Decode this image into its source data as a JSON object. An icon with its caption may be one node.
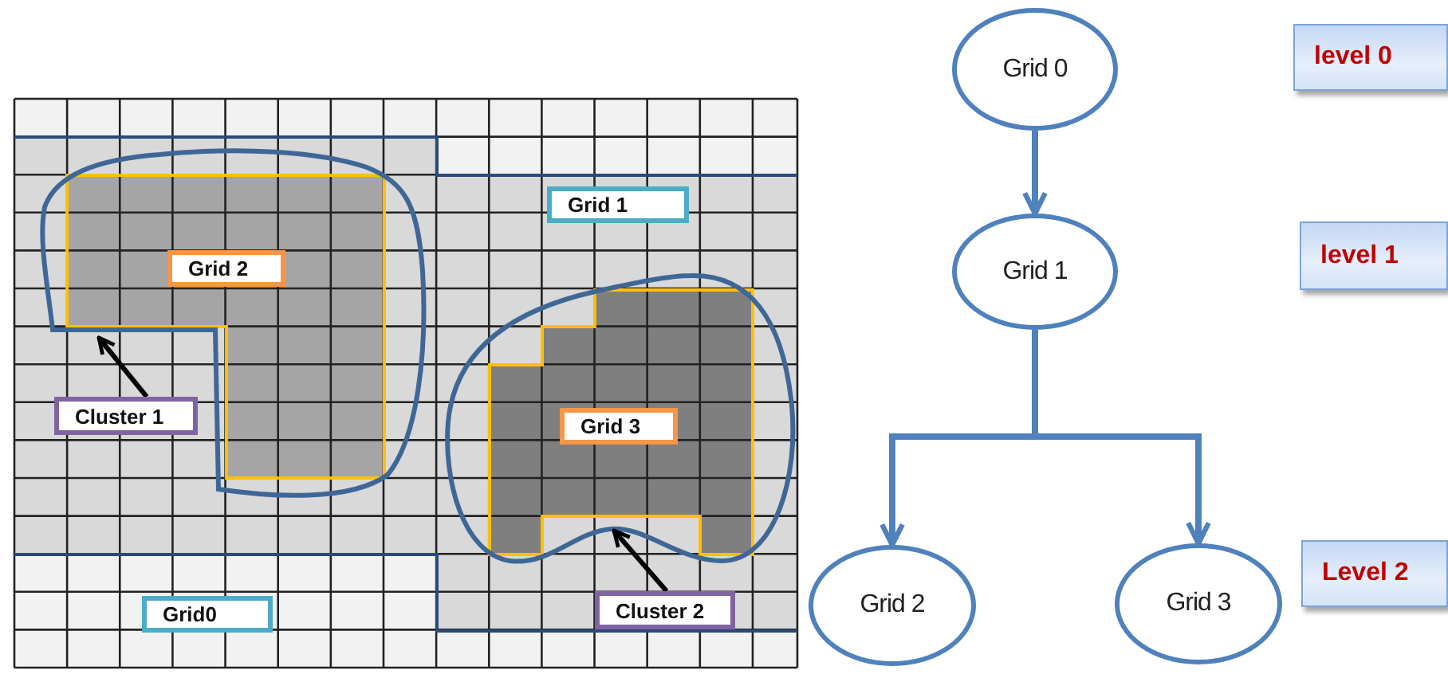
{
  "diagram": {
    "nodes": [
      {
        "text": [],
        "shape": "cloud"
      },
      {
        "text": [
          "Grid 2"
        ],
        "in": 0
      },
      {
        "text": [
          "Grid 1"
        ]
      },
      {
        "text": [],
        "shape": "cloud"
      },
      {
        "text": [
          "Grid 3"
        ],
        "in": 3
      },
      {
        "text": [
          "Cluster 1"
        ]
      },
      {
        "text": [
          "Grid0"
        ]
      },
      {
        "text": [
          "Cluster 2"
        ]
      },
      {
        "text": [
          "Grid 0"
        ]
      },
      {
        "text": [
          "level 0"
        ]
      },
      {
        "text": [
          "Grid 1"
        ]
      },
      {
        "text": [
          "level 1"
        ]
      },
      {
        "text": [
          "Grid 2"
        ]
      },
      {
        "text": [
          "Grid 3"
        ]
      },
      {
        "text": [
          "Level 2"
        ]
      }
    ],
    "edges": [
      {
        "from": 5,
        "to": 0,
        "arrow": "to",
        "color": "#000000"
      },
      {
        "from": 7,
        "to": 3,
        "arrow": "to",
        "color": "#000000"
      },
      {
        "from": 8,
        "to": 10,
        "arrow": "to"
      },
      {
        "from": 10,
        "to": 12,
        "arrow": "to"
      },
      {
        "from": 10,
        "to": 13,
        "arrow": "to"
      }
    ]
  }
}
